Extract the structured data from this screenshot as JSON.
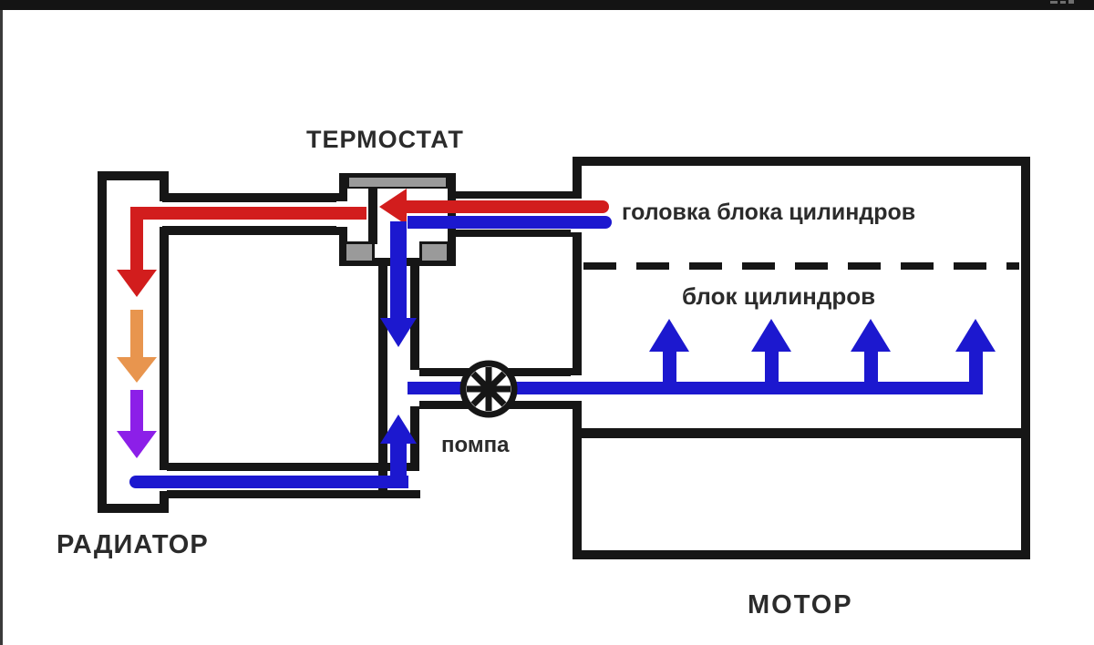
{
  "diagram": {
    "title_context": "engine cooling system scheme",
    "labels": {
      "thermostat": "ТЕРМОСТАТ",
      "cylinder_head": "головка блока цилиндров",
      "cylinder_block": "блок цилиндров",
      "pump": "помпа",
      "radiator": "РАДИАТОР",
      "motor": "МОТОР"
    },
    "colors": {
      "outline": "#161616",
      "hot_flow_red": "#d21d1d",
      "coolant_blue": "#1c18cf",
      "cooling_orange": "#e8954e",
      "cooled_purple": "#8c1fe8",
      "metal_gray": "#9a9a9a",
      "top_bar_black": "#141414",
      "background": "#ffffff"
    },
    "flows": {
      "radiator_downward_arrow_colors": [
        "red",
        "orange",
        "purple"
      ],
      "cylinder_block_up_arrow_count": 4,
      "thermostat_down_arrow_color": "blue",
      "pump_inlet_up_arrow_color": "blue"
    }
  }
}
